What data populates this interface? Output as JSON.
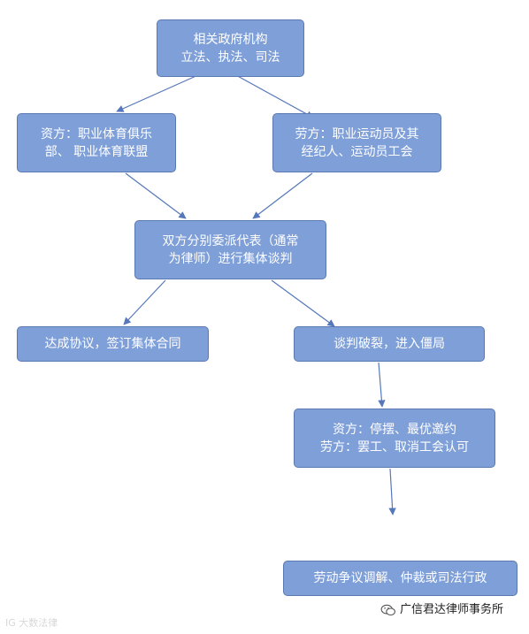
{
  "nodes": {
    "gov": {
      "line1": "相关政府机构",
      "line2": "立法、执法、司法"
    },
    "capital": {
      "line1": "资方：职业体育俱乐",
      "line2": "部、 职业体育联盟"
    },
    "labor": {
      "line1": "劳方：职业运动员及其",
      "line2": "经纪人、运动员工会"
    },
    "negotiation": {
      "line1": "双方分别委派代表（通常",
      "line2": "为律师）进行集体谈判"
    },
    "agreement": {
      "line1": "达成协议，签订集体合同"
    },
    "breakdown": {
      "line1": "谈判破裂，进入僵局"
    },
    "measures": {
      "line1": "资方：停摆、最优邀约",
      "line2": "劳方：罢工、取消工会认可"
    },
    "dispute": {
      "line1": "劳动争议调解、仲裁或司法行政",
      "line2": "———"
    }
  },
  "colors": {
    "node_fill": "#7f9fd8",
    "node_border": "#5a79b0",
    "arrow": "#5577bb"
  },
  "watermarks": {
    "left": "IG 大数法律",
    "right": "广信君达律师事务所"
  }
}
